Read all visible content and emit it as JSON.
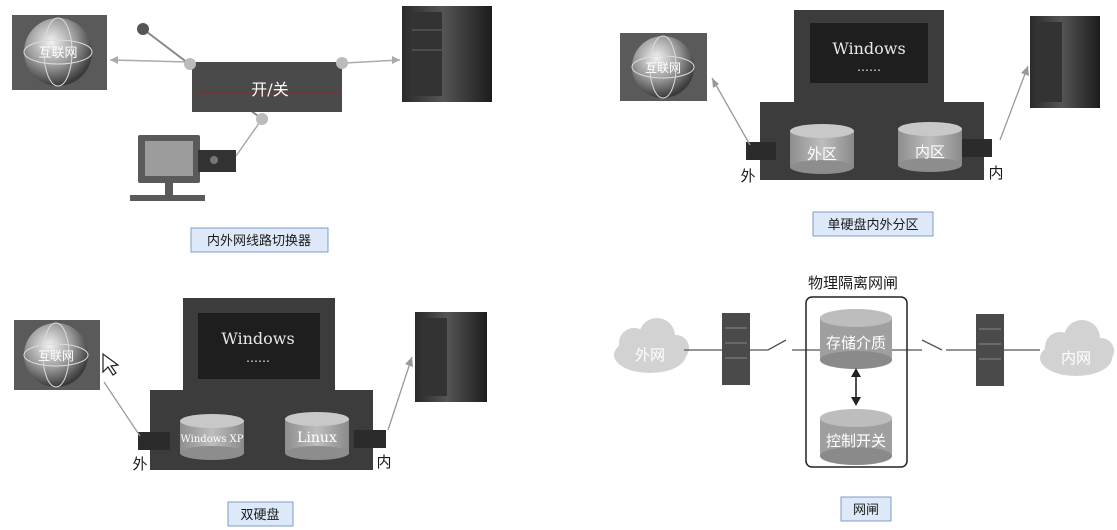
{
  "panels": {
    "switcher": {
      "caption": "内外网线路切换器",
      "internet": "互联网",
      "switch_label": "开/关"
    },
    "single_disk": {
      "caption": "单硬盘内外分区",
      "internet": "互联网",
      "os": "Windows",
      "dots": "……",
      "outer_zone": "外区",
      "inner_zone": "内区",
      "outer_port": "外",
      "inner_port": "内"
    },
    "dual_disk": {
      "caption": "双硬盘",
      "internet": "互联网",
      "os": "Windows",
      "dots": "……",
      "disk_a": "Windows XP",
      "disk_b": "Linux",
      "outer_port": "外",
      "inner_port": "内"
    },
    "gateway": {
      "caption": "网闸",
      "title": "物理隔离网闸",
      "outer_net": "外网",
      "inner_net": "内网",
      "storage": "存储介质",
      "control": "控制开关"
    }
  },
  "colors": {
    "caption_bg": "#dde9f8",
    "caption_border": "#7d9cc9",
    "box_dark": "#3e3e3e",
    "screen": "#1f1f1f",
    "disk_fill": "#a9a9a9",
    "line": "#9a9a9a"
  }
}
